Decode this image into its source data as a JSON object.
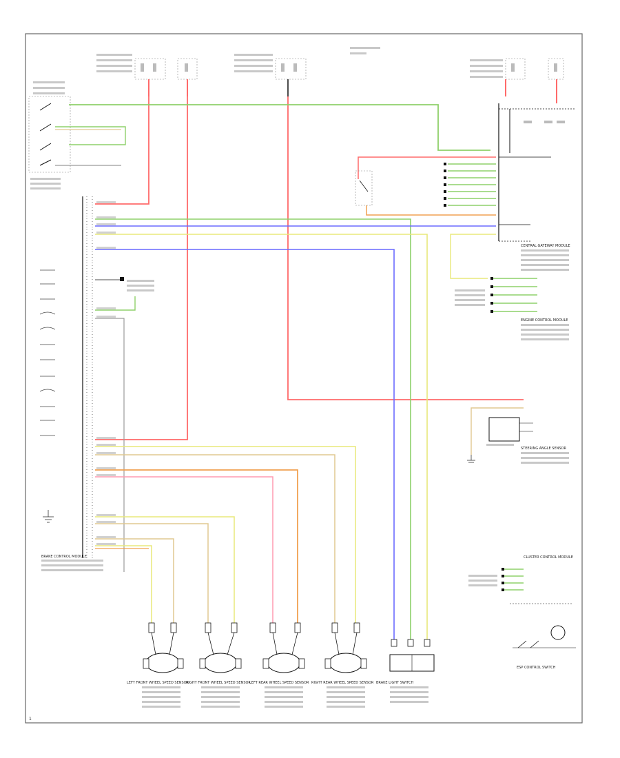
{
  "diagram": {
    "footer_id": "1",
    "wire_colors": {
      "green": "#8ed06a",
      "red": "#ff6a6a",
      "blue": "#6a6aff",
      "yellow": "#e8e87a",
      "orange": "#f0a050",
      "pink": "#ff9ab0",
      "tan": "#e0c890",
      "gray": "#9a9a9a",
      "black": "#111111",
      "frame": "#666666"
    },
    "components": {
      "brake_control_module": "BRAKE CONTROL MODULE",
      "central_gateway": "CENTRAL GATEWAY MODULE",
      "engine_control_module": "ENGINE CONTROL MODULE",
      "steering_angle_sensor": "STEERING ANGLE SENSOR",
      "cluster_control_module": "CLUSTER CONTROL MODULE",
      "esp_control_switch": "ESP CONTROL SWITCH",
      "lf_wheel_speed_sensor": "LEFT FRONT WHEEL SPEED SENSOR",
      "rf_wheel_speed_sensor": "RIGHT FRONT WHEEL SPEED SENSOR",
      "lr_wheel_speed_sensor": "LEFT REAR WHEEL SPEED SENSOR",
      "rr_wheel_speed_sensor": "RIGHT REAR WHEEL SPEED SENSOR",
      "brake_light_switch": "BRAKE LIGHT SWITCH"
    }
  }
}
